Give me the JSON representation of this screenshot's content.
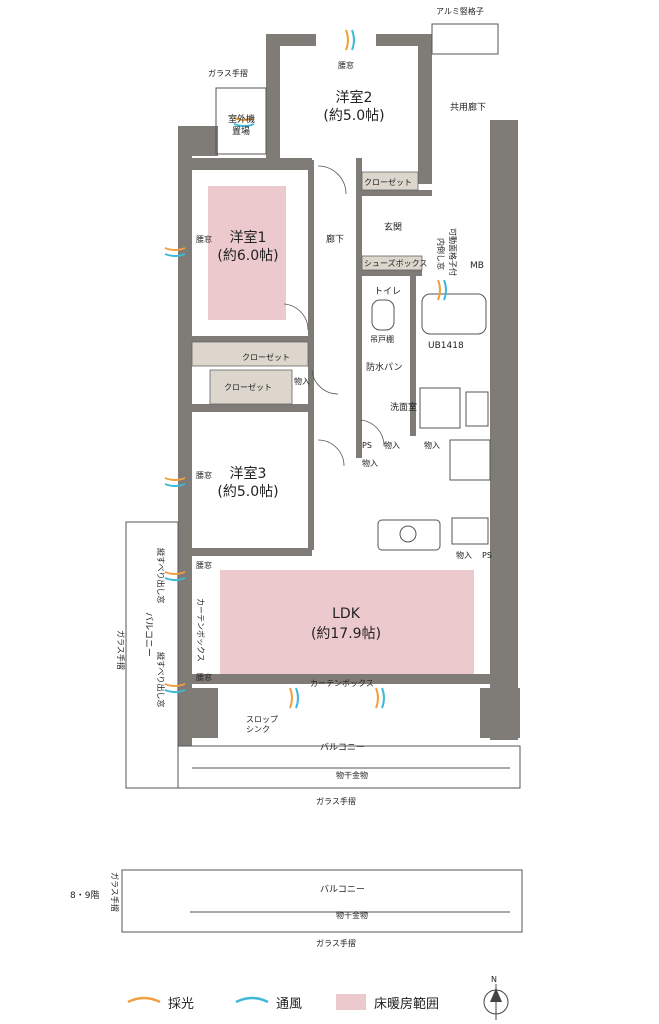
{
  "rooms": {
    "western2_name": "洋室2",
    "western2_size": "(約5.0帖)",
    "western1_name": "洋室1",
    "western1_size": "(約6.0帖)",
    "western3_name": "洋室3",
    "western3_size": "(約5.0帖)",
    "ldk_name": "LDK",
    "ldk_size": "(約17.9帖)"
  },
  "labels": {
    "aluminum_lattice": "アルミ竪格子",
    "glass_rail": "ガラス手摺",
    "waist_window": "腰窓",
    "ac_unit_1": "室外機",
    "ac_unit_2": "置場",
    "shared_corridor": "共用廊下",
    "closet": "クローゼット",
    "hallway": "廊下",
    "entrance": "玄関",
    "movable_lattice_window": "可動面格子付",
    "inner_fall_window": "内倒し窓",
    "mb": "MB",
    "shoe_box": "シューズボックス",
    "toilet": "トイレ",
    "shelf": "吊戸棚",
    "ub": "UB1418",
    "waterproof_pan": "防水パン",
    "storage": "物入",
    "washroom": "洗面室",
    "ps": "PS",
    "vertical_slide_window": "縦すべり出し窓",
    "balcony": "バルコニー",
    "curtain_box": "カーテンボックス",
    "slop_sink_1": "スロップ",
    "slop_sink_2": "シンク",
    "clothes_pole": "物干金物",
    "floor_note": "8・9階"
  },
  "legend": {
    "daylight": "採光",
    "ventilation": "通風",
    "floor_heating": "床暖房範囲"
  },
  "compass": {
    "north": "N"
  },
  "colors": {
    "daylight": "#f0a040",
    "ventilation": "#40b8d8",
    "floor_heating": "#ecc9cd",
    "wall": "#7f7b77"
  }
}
